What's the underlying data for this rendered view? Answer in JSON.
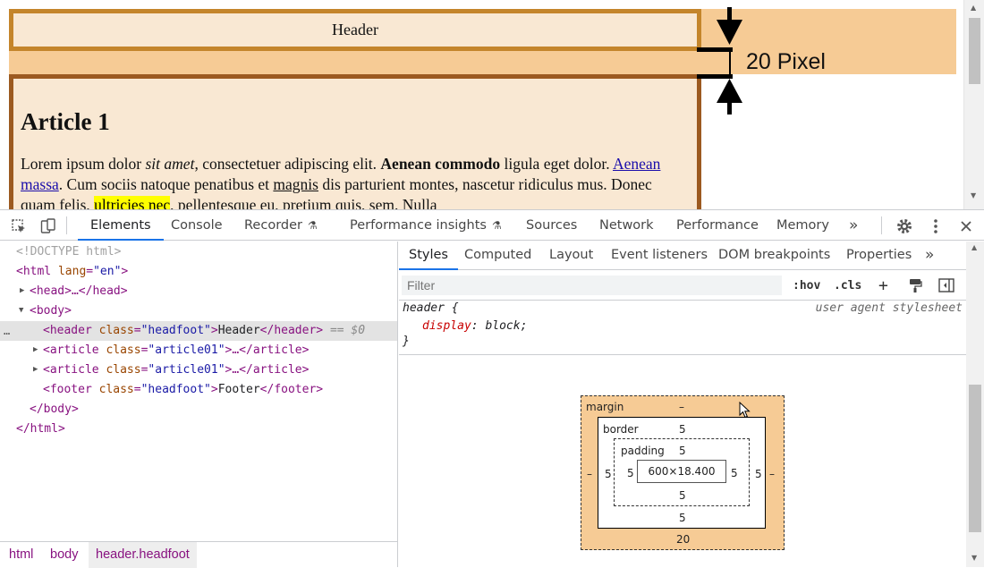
{
  "page": {
    "header_text": "Header",
    "article": {
      "title": "Article 1",
      "text": {
        "p1": "Lorem ipsum dolor ",
        "em1": "sit amet",
        "p2": ", consectetuer adipiscing elit. ",
        "b1": "Aenean commodo",
        "p3": " ligula eget dolor. ",
        "link1": "Aenean massa",
        "p4": ". Cum sociis natoque penatibus et ",
        "u1": "magnis",
        "p5": " dis parturient montes, nascetur ridiculus mus. Donec quam felis, ",
        "mark1": "ultricies nec",
        "p6": ", pellentesque eu, pretium quis, sem. Nulla"
      }
    },
    "annotation_label": "20 Pixel",
    "margin_highlight_color": "#f6cb95",
    "header_border_color": "#c4852b",
    "article_border_color": "#9c5a20"
  },
  "devtools": {
    "tabs": [
      {
        "label": "Elements"
      },
      {
        "label": "Console"
      },
      {
        "label": "Recorder"
      },
      {
        "label": "Performance insights"
      },
      {
        "label": "Sources"
      },
      {
        "label": "Network"
      },
      {
        "label": "Performance"
      },
      {
        "label": "Memory"
      }
    ],
    "more_tabs": "»",
    "active_tab": "Elements",
    "elements": {
      "doctype": "<!DOCTYPE html>",
      "html_open": "<html",
      "html_attr_name": "lang",
      "html_attr_value": "\"en\"",
      "head": "<head>…</head>",
      "body_open": "<body>",
      "header_open": "<header",
      "class_attr": "class",
      "headfoot_value": "\"headfoot\"",
      "header_text": "Header",
      "header_close": "</header>",
      "eq_dollar": "== $0",
      "article_open": "<article",
      "article_value": "\"article01\"",
      "article_rest": ">…</article>",
      "footer_open": "<footer",
      "footer_text": "Footer",
      "footer_close": "</footer>",
      "body_close": "</body>",
      "html_close": "</html>",
      "ellipsis": "…"
    },
    "breadcrumbs": [
      "html",
      "body",
      "header.headfoot"
    ],
    "styles_panel": {
      "sub_tabs": [
        {
          "label": "Styles"
        },
        {
          "label": "Computed"
        },
        {
          "label": "Layout"
        },
        {
          "label": "Event listeners"
        },
        {
          "label": "DOM breakpoints"
        },
        {
          "label": "Properties"
        }
      ],
      "more": "»",
      "active_sub_tab": "Styles",
      "filter_placeholder": "Filter",
      "hov": ":hov",
      "cls": ".cls",
      "plus": "+",
      "rule": {
        "selector": "header {",
        "origin": "user agent stylesheet",
        "property": "display",
        "value": "block;",
        "close": "}"
      }
    },
    "box_model": {
      "margin_label": "margin",
      "margin_top": "–",
      "margin_right": "–",
      "margin_bottom": "20",
      "margin_left": "–",
      "border_label": "border",
      "border_top": "5",
      "border_right": "5",
      "border_bottom": "5",
      "border_left": "5",
      "padding_label": "padding",
      "padding_top": "5",
      "padding_right": "5",
      "padding_bottom": "5",
      "padding_left": "5",
      "content": "600×18.400"
    }
  }
}
